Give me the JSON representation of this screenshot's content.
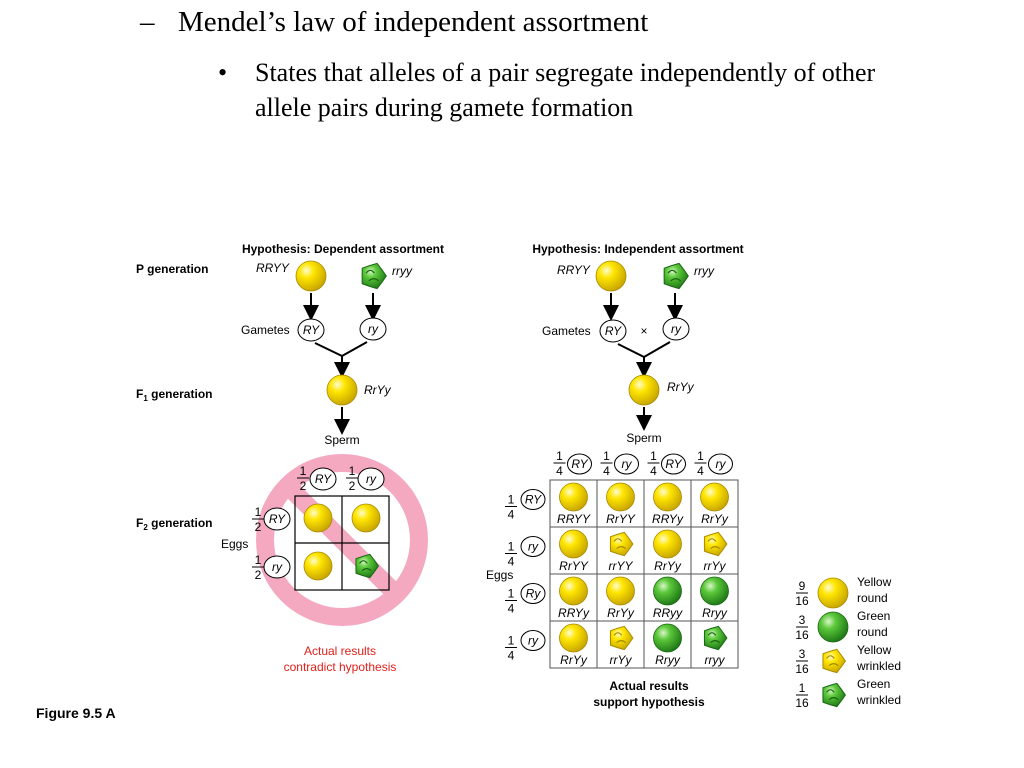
{
  "slide": {
    "dash": "–",
    "heading": "Mendel’s law of independent assortment",
    "bullet_mark": "•",
    "bullet_text": "States that alleles of a pair segregate independently of other allele pairs during gamete formation",
    "figure_caption": "Figure 9.5 A"
  },
  "figure": {
    "gen_labels": {
      "p": "P generation",
      "f1_prefix": "F",
      "f1_sub": "1",
      "f1_suffix": " generation",
      "f2_prefix": "F",
      "f2_sub": "2",
      "f2_suffix": " generation"
    },
    "dependent": {
      "title": "Hypothesis: Dependent assortment",
      "parent_left": "RRYY",
      "parent_right": "rryy",
      "gametes_label": "Gametes",
      "gamete_left": "RY",
      "gamete_right": "ry",
      "f1": "RrYy",
      "sperm_label": "Sperm",
      "eggs_label": "Eggs",
      "frac_num": "1",
      "frac_den": "2",
      "sperm": [
        "RY",
        "ry"
      ],
      "eggs": [
        "RY",
        "ry"
      ],
      "result_line1": "Actual results",
      "result_line2": "contradict hypothesis"
    },
    "independent": {
      "title": "Hypothesis: Independent assortment",
      "parent_left": "RRYY",
      "parent_right": "rryy",
      "gametes_label": "Gametes",
      "gamete_left": "RY",
      "cross": "×",
      "gamete_right": "ry",
      "f1": "RrYy",
      "sperm_label": "Sperm",
      "eggs_label": "Eggs",
      "frac_num": "1",
      "frac_den": "4",
      "sperm": [
        "RY",
        "ry",
        "RY",
        "ry"
      ],
      "eggs": [
        "RY",
        "ry",
        "Ry",
        "ry"
      ],
      "grid": [
        [
          {
            "g": "RRYY",
            "p": "yellow-round"
          },
          {
            "g": "RrYY",
            "p": "yellow-round"
          },
          {
            "g": "RRYy",
            "p": "yellow-round"
          },
          {
            "g": "RrYy",
            "p": "yellow-round"
          }
        ],
        [
          {
            "g": "RrYY",
            "p": "yellow-round"
          },
          {
            "g": "rrYY",
            "p": "yellow-wrinkled"
          },
          {
            "g": "RrYy",
            "p": "yellow-round"
          },
          {
            "g": "rrYy",
            "p": "yellow-wrinkled"
          }
        ],
        [
          {
            "g": "RRYy",
            "p": "yellow-round"
          },
          {
            "g": "RrYy",
            "p": "yellow-round"
          },
          {
            "g": "RRyy",
            "p": "green-round"
          },
          {
            "g": "Rryy",
            "p": "green-round"
          }
        ],
        [
          {
            "g": "RrYy",
            "p": "yellow-round"
          },
          {
            "g": "rrYy",
            "p": "yellow-wrinkled"
          },
          {
            "g": "Rryy",
            "p": "green-round"
          },
          {
            "g": "rryy",
            "p": "green-wrinkled"
          }
        ]
      ],
      "result_line1": "Actual results",
      "result_line2": "support hypothesis"
    },
    "legend": [
      {
        "num": "9",
        "den": "16",
        "line1": "Yellow",
        "line2": "round",
        "pea": "yellow-round"
      },
      {
        "num": "3",
        "den": "16",
        "line1": "Green",
        "line2": "round",
        "pea": "green-round"
      },
      {
        "num": "3",
        "den": "16",
        "line1": "Yellow",
        "line2": "wrinkled",
        "pea": "yellow-wrinkled"
      },
      {
        "num": "1",
        "den": "16",
        "line1": "Green",
        "line2": "wrinkled",
        "pea": "green-wrinkled"
      }
    ],
    "colors": {
      "yellow": "#f2d400",
      "green": "#3fae2a",
      "prohibition": "#f4a9c0",
      "red_text": "#e0201b"
    }
  }
}
